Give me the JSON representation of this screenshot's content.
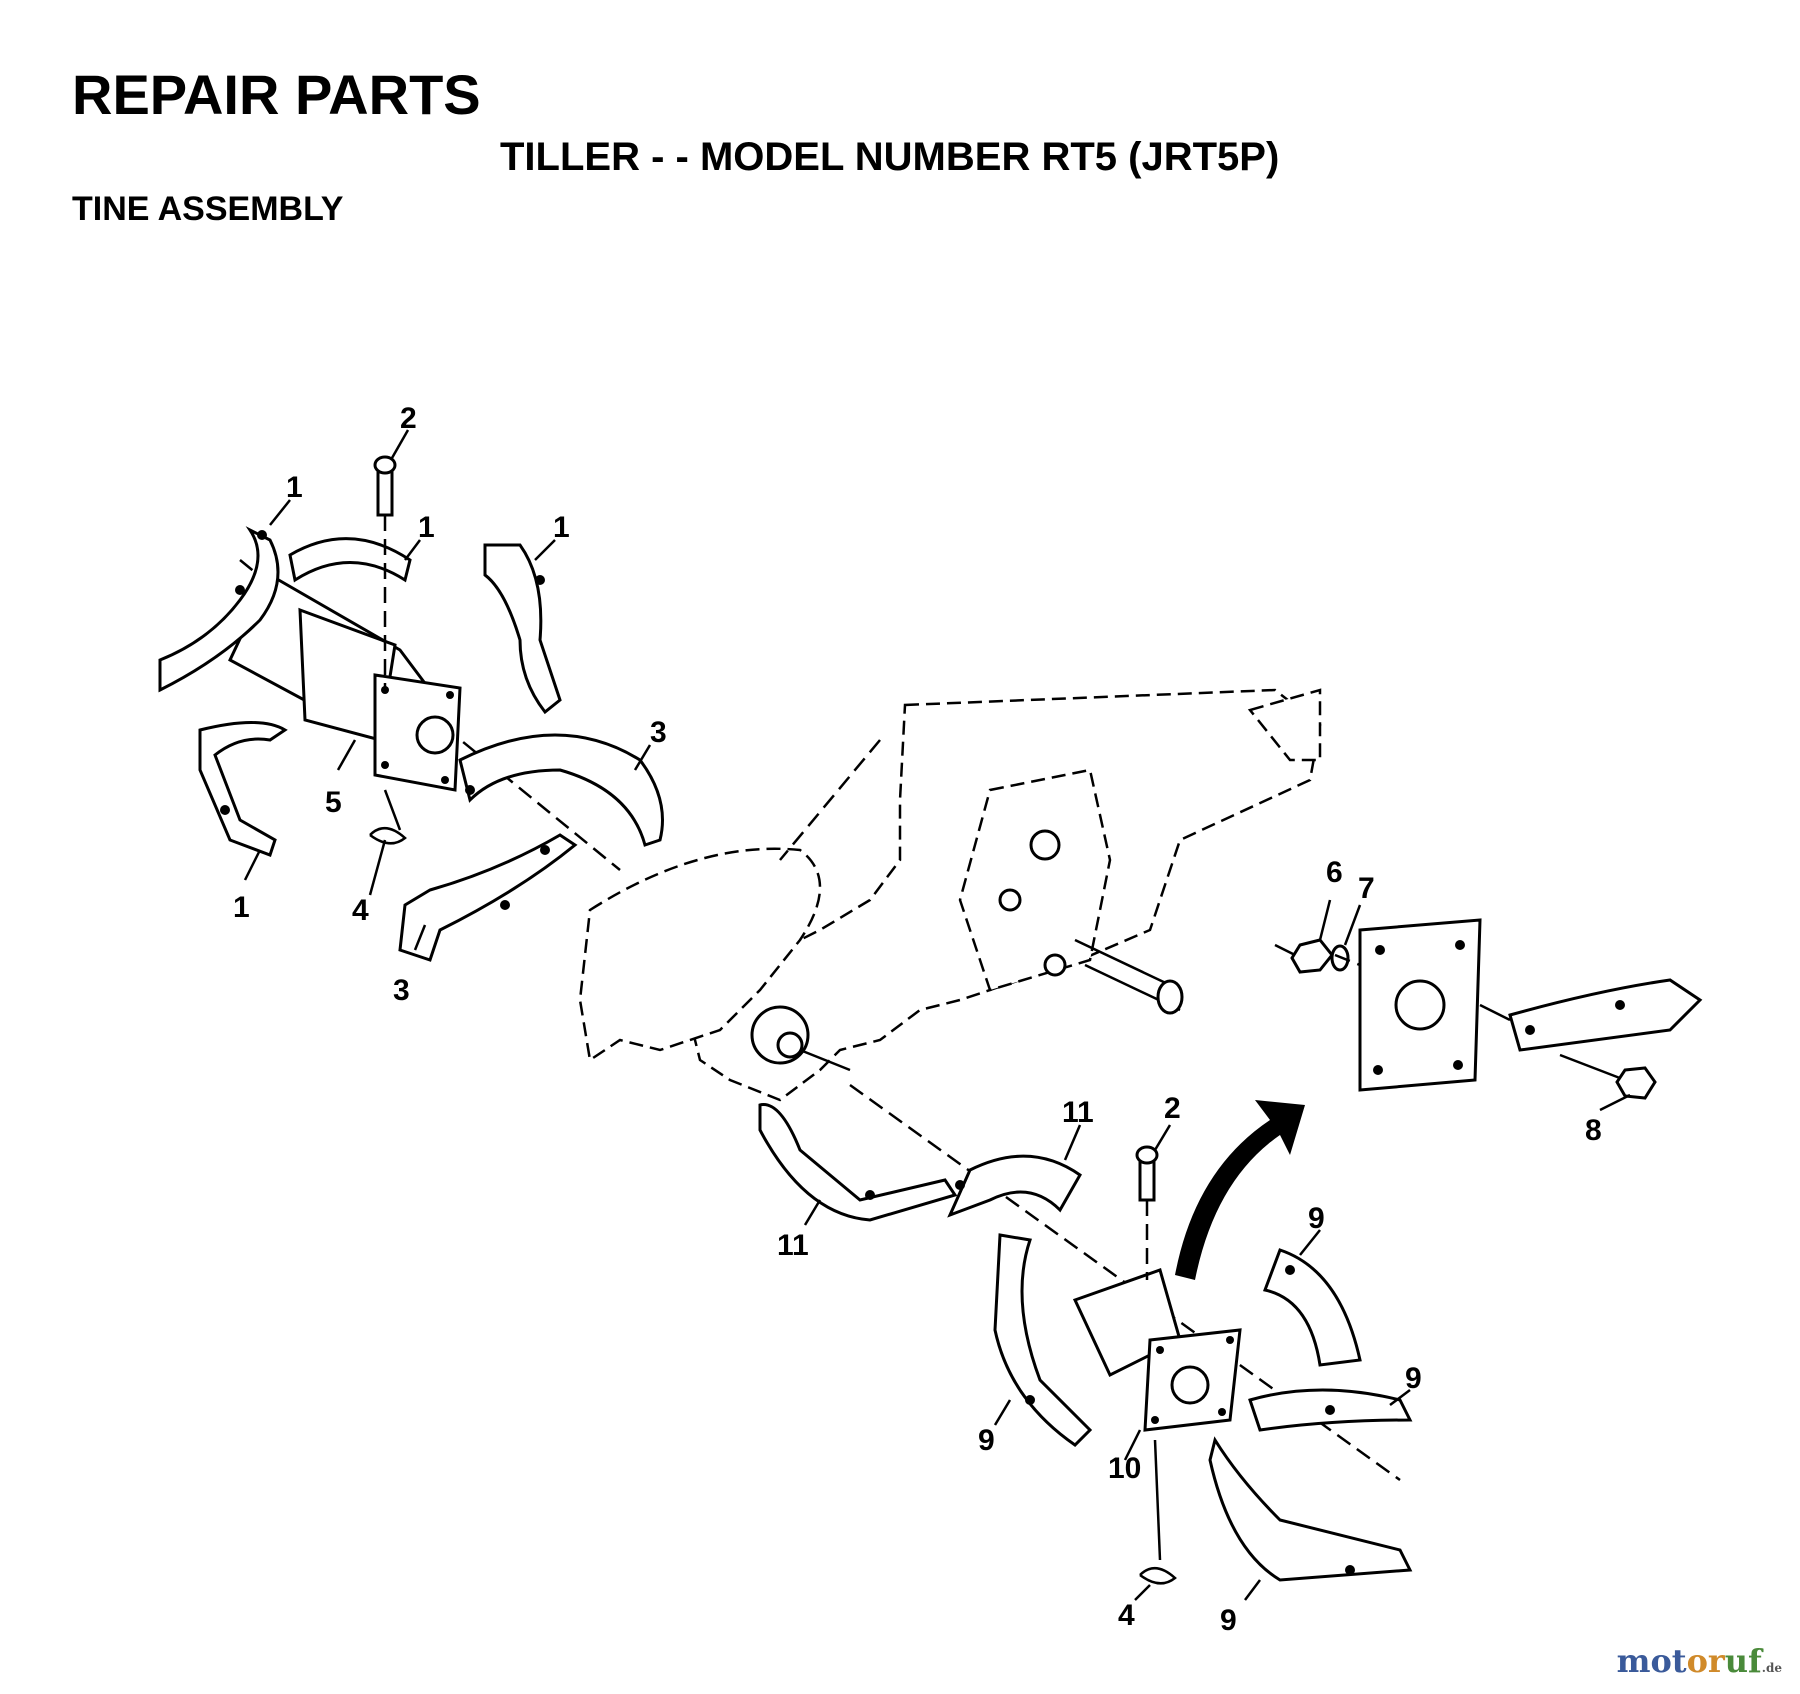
{
  "header": {
    "title": "REPAIR PARTS",
    "subtitle": "TILLER - - MODEL NUMBER RT5 (JRT5P)",
    "section": "TINE ASSEMBLY"
  },
  "callouts": [
    {
      "id": "c1a",
      "text": "1"
    },
    {
      "id": "c1b",
      "text": "1"
    },
    {
      "id": "c1c",
      "text": "1"
    },
    {
      "id": "c1d",
      "text": "1"
    },
    {
      "id": "c2a",
      "text": "2"
    },
    {
      "id": "c2b",
      "text": "2"
    },
    {
      "id": "c3a",
      "text": "3"
    },
    {
      "id": "c3b",
      "text": "3"
    },
    {
      "id": "c4a",
      "text": "4"
    },
    {
      "id": "c4b",
      "text": "4"
    },
    {
      "id": "c5",
      "text": "5"
    },
    {
      "id": "c6",
      "text": "6"
    },
    {
      "id": "c7",
      "text": "7"
    },
    {
      "id": "c8",
      "text": "8"
    },
    {
      "id": "c9a",
      "text": "9"
    },
    {
      "id": "c9b",
      "text": "9"
    },
    {
      "id": "c9c",
      "text": "9"
    },
    {
      "id": "c9d",
      "text": "9"
    },
    {
      "id": "c10",
      "text": "10"
    },
    {
      "id": "c11a",
      "text": "11"
    },
    {
      "id": "c11b",
      "text": "11"
    }
  ],
  "watermark": {
    "part1": "mot",
    "part2": "or",
    "part3": "uf",
    "suffix": ".de"
  }
}
